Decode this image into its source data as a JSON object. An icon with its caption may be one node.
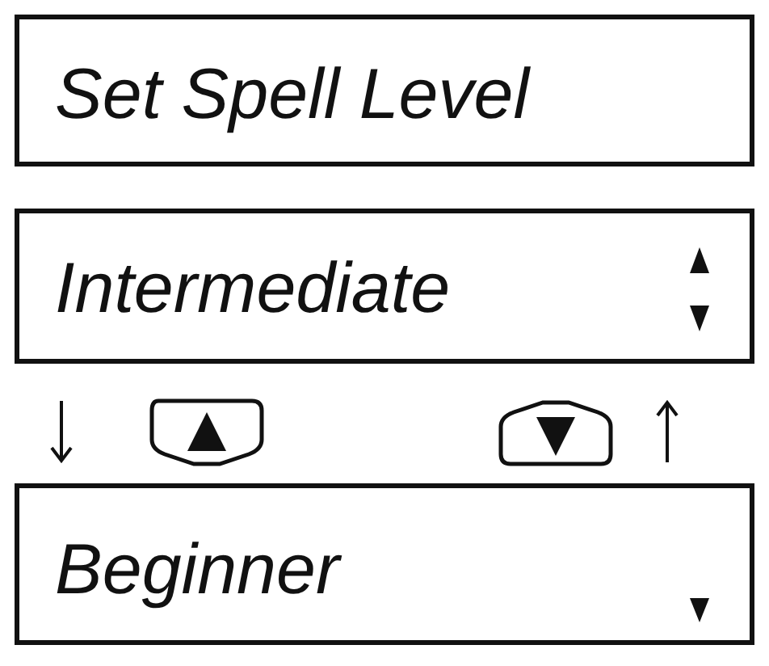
{
  "diagram": {
    "nodes": [
      {
        "text": [
          "Set Spell Level"
        ]
      },
      {
        "text": [
          "Intermediate"
        ]
      },
      {
        "text": [
          "Beginner"
        ]
      }
    ]
  }
}
